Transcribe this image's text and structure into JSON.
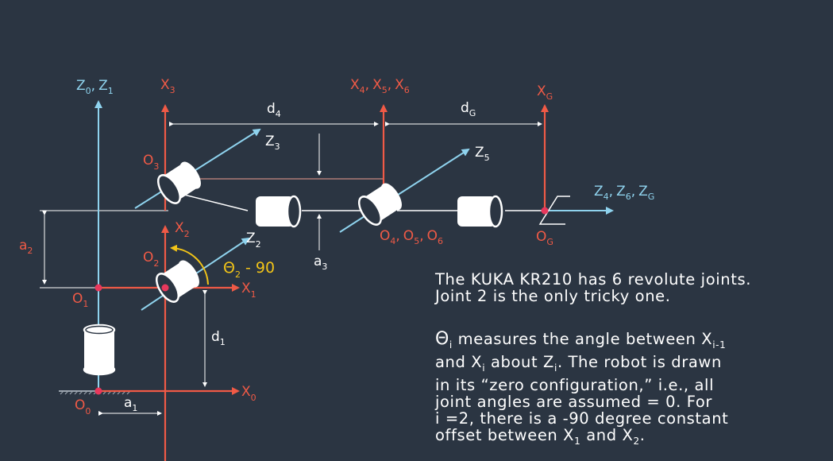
{
  "colors": {
    "background": "#2b3542",
    "frame_red": "#f05a46",
    "frame_blue": "#8fd3ee",
    "line_white": "#ffffff",
    "angle_yellow": "#f2c418",
    "joint_pink": "#e8385c"
  },
  "labels": {
    "z0": "Z",
    "z0_sub": "0",
    "z1": "Z",
    "z1_sub": "1",
    "x3": "X",
    "x3_sub": "3",
    "x4": "X",
    "x4_sub": "4",
    "x5": "X",
    "x5_sub": "5",
    "x6": "X",
    "x6_sub": "6",
    "xg": "X",
    "xg_sub": "G",
    "d4": "d",
    "d4_sub": "4",
    "dg": "d",
    "dg_sub": "G",
    "z3": "Z",
    "z3_sub": "3",
    "z5": "Z",
    "z5_sub": "5",
    "o3": "O",
    "o3_sub": "3",
    "z4": "Z",
    "z4_sub": "4",
    "z6": "Z",
    "z6_sub": "6",
    "zg": "Z",
    "zg_sub": "G",
    "x2": "X",
    "x2_sub": "2",
    "a2": "a",
    "a2_sub": "2",
    "o2": "O",
    "o2_sub": "2",
    "z2": "Z",
    "z2_sub": "2",
    "theta": "Θ",
    "theta_sub": "2",
    "theta_offset": " - 90",
    "a3": "a",
    "a3_sub": "3",
    "o456_a": "O",
    "o456_a_sub": "4",
    "o456_b": "O",
    "o456_b_sub": "5",
    "o456_c": "O",
    "o456_c_sub": "6",
    "og": "O",
    "og_sub": "G",
    "o1": "O",
    "o1_sub": "1",
    "x1": "X",
    "x1_sub": "1",
    "d1": "d",
    "d1_sub": "1",
    "x0": "X",
    "x0_sub": "0",
    "o0": "O",
    "o0_sub": "0",
    "a1": "a",
    "a1_sub": "1",
    "comma": ","
  },
  "description": {
    "p1_line1": "The KUKA KR210 has 6 revolute joints.",
    "p1_line2": "Joint 2 is the only tricky one.",
    "theta_symbol": "Θ",
    "i": "i",
    "i_minus_1": "i-1",
    "line1_a": " measures the angle between X",
    "line2_a": "and X",
    "line2_b": " about Z",
    "line2_c": ". The robot is drawn",
    "line3": "in its “zero configuration,” i.e., all",
    "line4": "joint angles are assumed = 0. For",
    "line5": "i =2, there is a -90 degree constant",
    "line6_a": "offset between X",
    "sub1": "1",
    "line6_b": " and X",
    "sub2": "2",
    "line6_c": "."
  }
}
